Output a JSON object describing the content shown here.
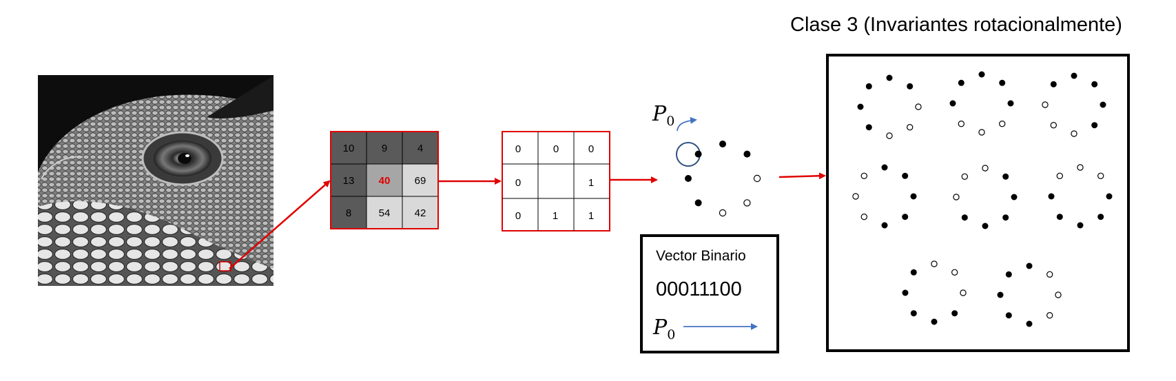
{
  "intensity_grid": {
    "rows": [
      [
        "10",
        "9",
        "4"
      ],
      [
        "13",
        "40",
        "69"
      ],
      [
        "8",
        "54",
        "42"
      ]
    ],
    "center_color": "#e00000"
  },
  "binary_grid": {
    "rows": [
      [
        "0",
        "0",
        "0"
      ],
      [
        "0",
        "",
        "1"
      ],
      [
        "0",
        "1",
        "1"
      ]
    ]
  },
  "p0_label": "P",
  "p0_subscript": "0",
  "vector_box": {
    "title": "Vector Binario",
    "value": "00011100",
    "arrow_label": "P",
    "arrow_subscript": "0"
  },
  "class_title": "Clase 3 (Invariantes rotacionalmente)",
  "pattern": {
    "center_bits": [
      1,
      1,
      1,
      0,
      0,
      0,
      1,
      1
    ]
  },
  "class_patterns": [
    [
      1,
      1,
      1,
      0,
      0,
      0,
      1,
      1
    ],
    [
      1,
      1,
      1,
      0,
      0,
      0,
      1,
      1
    ],
    [
      1,
      1,
      1,
      0,
      0,
      0,
      1,
      1
    ],
    [
      1,
      1,
      1,
      0,
      0,
      0,
      1,
      1
    ],
    [
      1,
      1,
      1,
      0,
      0,
      0,
      1,
      1
    ],
    [
      1,
      1,
      1,
      0,
      0,
      0,
      1,
      1
    ],
    [
      1,
      1,
      1,
      0,
      0,
      0,
      1,
      1
    ],
    [
      1,
      1,
      1,
      0,
      0,
      0,
      1,
      1
    ]
  ],
  "colors": {
    "accent_red": "#e00000",
    "accent_blue": "#4472c4",
    "dark_cell": "#5a5a5a",
    "mid_cell": "#a6a6a6",
    "light_cell": "#d9d9d9"
  }
}
